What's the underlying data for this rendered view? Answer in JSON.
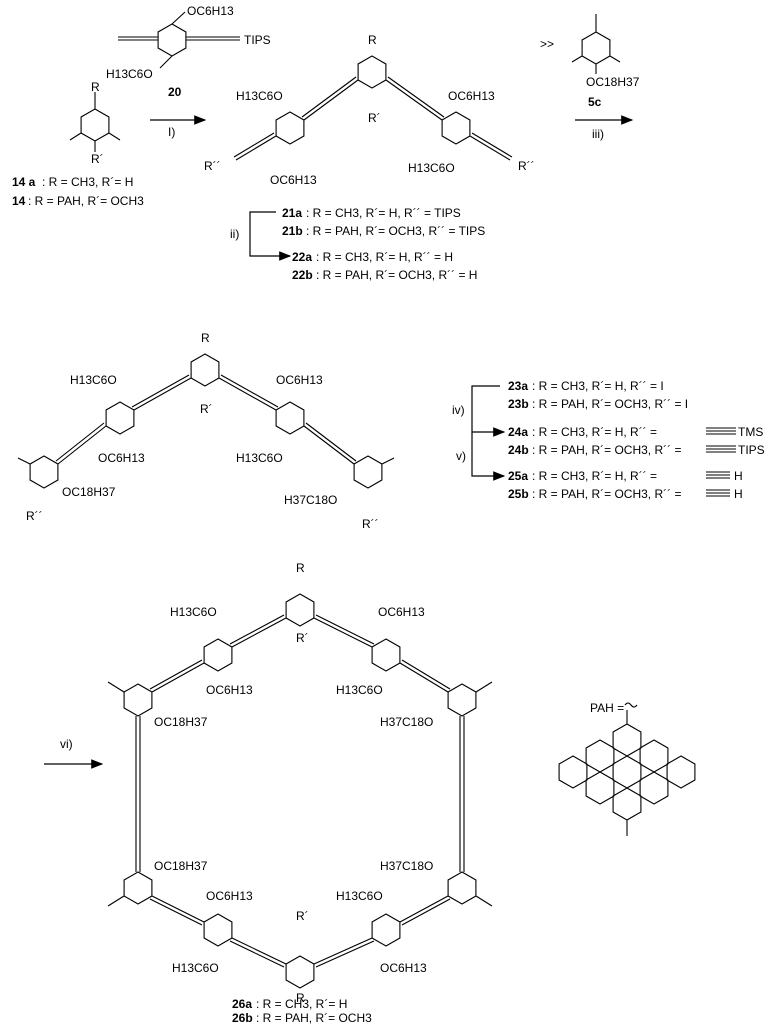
{
  "scheme": {
    "top": {
      "reagent_20_label": "20",
      "reagent_20_groups": [
        "OC6H13",
        "TIPS",
        "H13C6O"
      ],
      "start_label_14a": "14 a",
      "start_text_14a": ": R = CH3, R´= H",
      "start_label_14": "14",
      "start_text_14": "  : R = PAH, R´= OCH3",
      "step_i": "I)",
      "step_ii": "ii)",
      "step_iii": "iii)",
      "reagent_5c_label": "5c",
      "reagent_5c_prefix": ">>",
      "reagent_5c_group": "OC18H37",
      "sub_groups": [
        "R",
        "R´",
        "R´´",
        "OC6H13",
        "H13C6O"
      ],
      "items": [
        {
          "id": "21a",
          "text": ": R = CH3,   R´= H,       R´´ = TIPS"
        },
        {
          "id": "21b",
          "text": ": R = PAH, R´= OCH3, R´´ = TIPS"
        },
        {
          "id": "22a",
          "text": ": R = CH3,   R´= H,       R´´ = H"
        },
        {
          "id": "22b",
          "text": ": R = PAH, R´= OCH3, R´´ = H"
        }
      ]
    },
    "middle": {
      "step_iv": "iv)",
      "step_v": "v)",
      "groups": [
        "R",
        "R´",
        "R´´",
        "OC6H13",
        "H13C6O",
        "OC18H37",
        "H37C18O"
      ],
      "items": [
        {
          "id": "23a",
          "text": ": R = CH3,   R´= H,       R´´ = I"
        },
        {
          "id": "23b",
          "text": ": R = PAH, R´= OCH3, R´´ = I"
        },
        {
          "id": "24a",
          "text": ": R = CH3,   R´= H,       R´´ =",
          "tail": "TMS"
        },
        {
          "id": "24b",
          "text": ": R = PAH, R´= OCH3, R´´ =",
          "tail": "TIPS"
        },
        {
          "id": "25a",
          "text": ": R = CH3,   R´= H,       R´´ =",
          "tail": "H"
        },
        {
          "id": "25b",
          "text": ": R = PAH, R´= OCH3, R´´ =",
          "tail": "H"
        }
      ]
    },
    "bottom": {
      "step_vi": "vi)",
      "pah_label": "PAH =",
      "groups": [
        "R",
        "R´",
        "OC6H13",
        "H13C6O",
        "OC18H37",
        "H37C18O"
      ],
      "items": [
        {
          "id": "26a",
          "text": ": R = CH3,    R´= H"
        },
        {
          "id": "26b",
          "text": ": R = PAH, R´= OCH3"
        }
      ]
    }
  }
}
